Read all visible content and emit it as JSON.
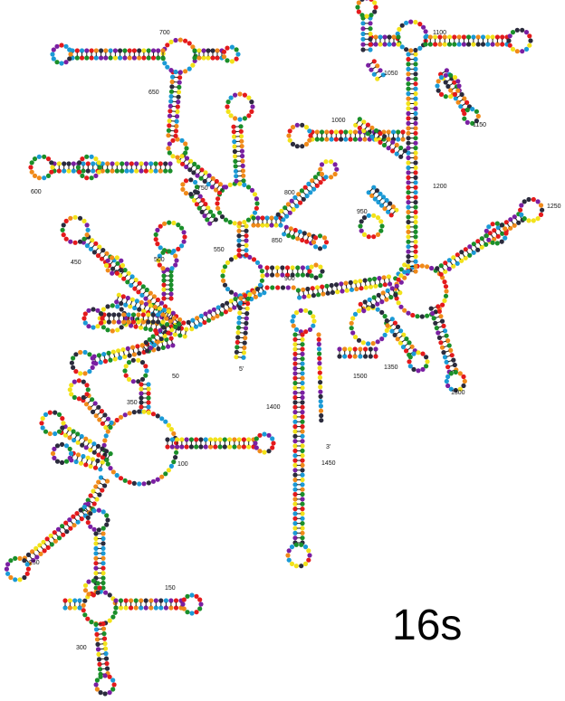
{
  "title": "16s",
  "end_labels": {
    "five_prime": "5'",
    "three_prime": "3'"
  },
  "position_labels": {
    "p50": "50",
    "p100": "100",
    "p150": "150",
    "p250": "250",
    "p300": "300",
    "p350": "350",
    "p450": "450",
    "p500": "500",
    "p550": "550",
    "p600": "600",
    "p650": "650",
    "p700": "700",
    "p750": "750",
    "p800": "800",
    "p850": "850",
    "p900": "900",
    "p950": "950",
    "p1000": "1000",
    "p1050": "1050",
    "p1100": "1100",
    "p1150": "1150",
    "p1200": "1200",
    "p1250": "1250",
    "p1300": "1300",
    "p1350": "1350",
    "p1400": "1400",
    "p1450": "1450",
    "p1500": "1500"
  },
  "palette": [
    "#e41a1c",
    "#1a8f2a",
    "#2b2b3d",
    "#f2e21a",
    "#f08a1a",
    "#1b9ad6",
    "#7a1fa2"
  ]
}
